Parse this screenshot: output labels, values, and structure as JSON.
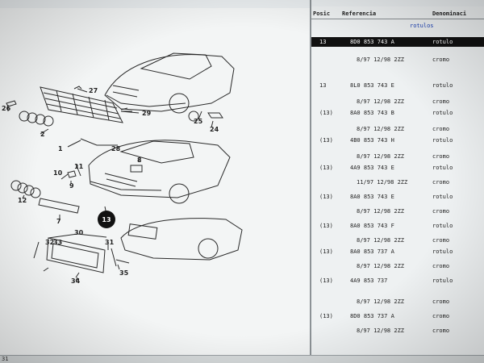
{
  "list_header": {
    "col_pos": "Posic",
    "col_ref": "Referencia",
    "col_den": "Denominaci"
  },
  "section_label": "rotulos",
  "parts": [
    {
      "pos": "13",
      "ref": "8D0 853 743 A",
      "den": "rotulo",
      "selected": true
    },
    {
      "date": "8/97 12/98 2ZZ",
      "den": "cromo"
    },
    {
      "pos": "13",
      "ref": "8L0 853 743 E",
      "den": "rotulo"
    },
    {
      "date": "8/97 12/98 2ZZ",
      "den": "cromo"
    },
    {
      "pos": "(13)",
      "ref": "8A0 853 743 B",
      "den": "rotulo"
    },
    {
      "date": "8/97 12/98 2ZZ",
      "den": "cromo"
    },
    {
      "pos": "(13)",
      "ref": "4B0 853 743 H",
      "den": "rotulo"
    },
    {
      "date": "8/97 12/98 2ZZ",
      "den": "cromo"
    },
    {
      "pos": "(13)",
      "ref": "4A9 853 743 E",
      "den": "rotulo"
    },
    {
      "date": "11/97 12/98 2ZZ",
      "den": "cromo"
    },
    {
      "pos": "(13)",
      "ref": "8A0 853 743 E",
      "den": "rotulo"
    },
    {
      "date": "8/97 12/98 2ZZ",
      "den": "cromo"
    },
    {
      "pos": "(13)",
      "ref": "8A0 853 743 F",
      "den": "rotulo"
    },
    {
      "date": "8/97 12/98 2ZZ",
      "den": "cromo"
    },
    {
      "pos": "(13)",
      "ref": "8A0 853 737 A",
      "den": "rotulo"
    },
    {
      "date": "8/97 12/98 2ZZ",
      "den": "cromo"
    },
    {
      "pos": "(13)",
      "ref": "4A9 853 737",
      "den": "rotulo"
    },
    {
      "date": "8/97 12/98 2ZZ",
      "den": "cromo"
    },
    {
      "pos": "(13)",
      "ref": "8D0 853 737 A",
      "den": "cromo"
    },
    {
      "date": "8/97 12/98 2ZZ",
      "den": "cromo"
    }
  ],
  "diagram_callouts": [
    "26",
    "27",
    "29",
    "2",
    "1",
    "28",
    "25",
    "24",
    "8",
    "11",
    "10",
    "9",
    "12",
    "7",
    "13",
    "30",
    "31",
    "32",
    "33",
    "34",
    "35"
  ],
  "highlighted_callout": "13",
  "status_text": "31"
}
